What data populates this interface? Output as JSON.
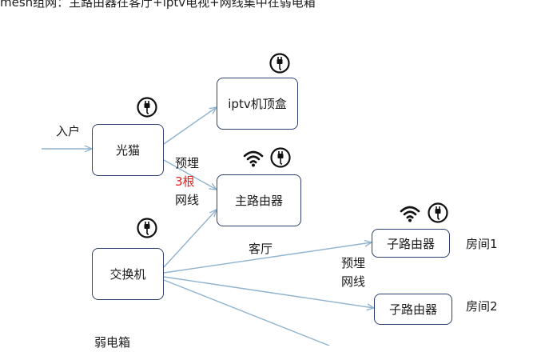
{
  "title": "mesh组网：主路由器在客厅+iptv电视+网线集中在弱电箱",
  "nodes": {
    "modem": "光猫",
    "iptv": "iptv机顶盒",
    "main_router": "主路由器",
    "switch": "交换机",
    "sub_router_1": "子路由器",
    "sub_router_2": "子路由器"
  },
  "labels": {
    "entry": "入户",
    "prewire_1": "预埋",
    "prewire_count": "3根",
    "prewire_1_cable": "网线",
    "living_room": "客厅",
    "prewire_2": "预埋",
    "prewire_2_cable": "网线",
    "room_1": "房间1",
    "room_2": "房间2",
    "cabinet": "弱电箱"
  },
  "icons": {
    "power": "power-plug-icon",
    "wifi": "wifi-icon"
  },
  "colors": {
    "node_border": "#2f3f6f",
    "connector": "#8fb3cf",
    "highlight": "#e02020"
  }
}
